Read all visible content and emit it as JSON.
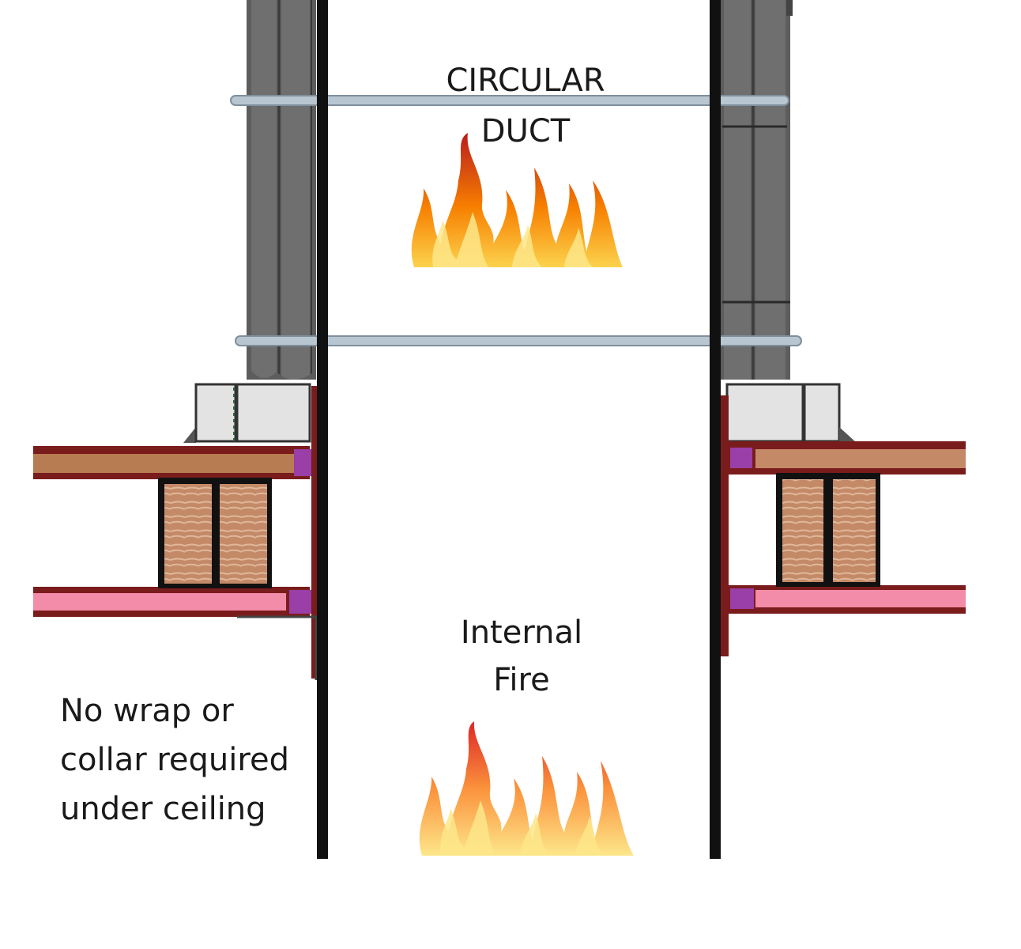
{
  "labels": {
    "duct": [
      "CIRCULAR",
      "DUCT"
    ],
    "fire": [
      "Internal",
      "Fire"
    ],
    "note": [
      "No wrap or",
      "collar required",
      "under ceiling"
    ]
  },
  "colors": {
    "duct_wall": "#111111",
    "insulation_gray": "#5d5d5d",
    "steel_band": "#b8c6d2",
    "concrete_block": "#e3e3e3",
    "timber": "#b87c52",
    "timber_edge": "#7a1c1c",
    "timber_light": "#f38ca8",
    "joist": "#c48a68",
    "sealant": "#9a3ea8",
    "flame_red": "#c1121f",
    "flame_orange": "#f77f00",
    "flame_yellow": "#fcbf49"
  }
}
